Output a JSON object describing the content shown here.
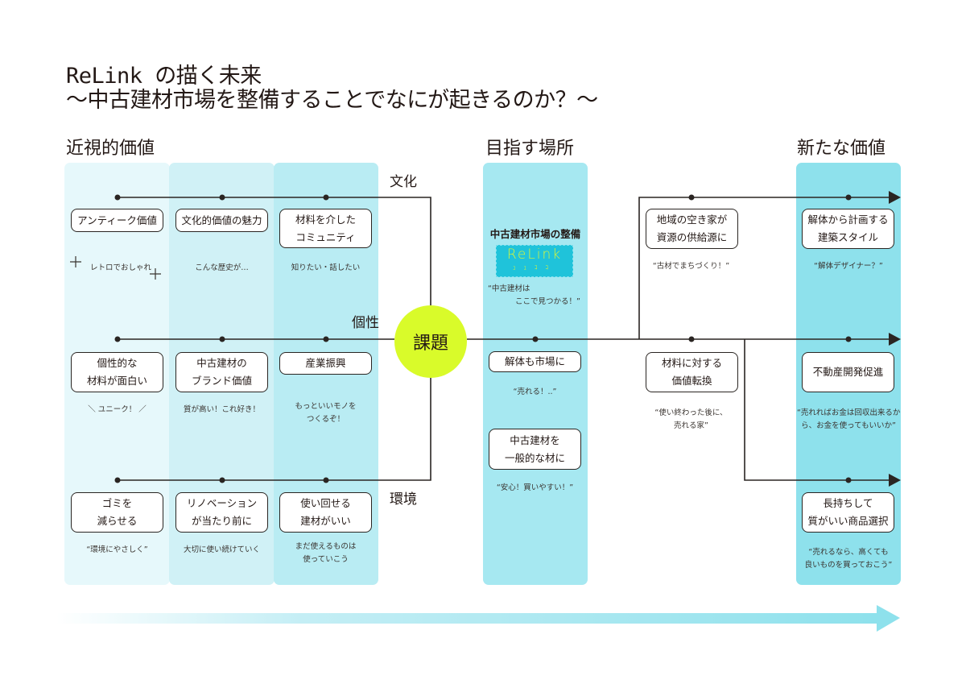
{
  "title": {
    "line1": "ReLink の描く未来",
    "line2": "～中古建材市場を整備することでなにが起きるのか？～"
  },
  "sections": {
    "near_value": "近視的価値",
    "target": "目指す場所",
    "new_value": "新たな価値"
  },
  "colors": {
    "col1": "#e6f8fb",
    "col2": "#d0f1f6",
    "col3": "#b9ecf3",
    "target_col": "#a6e8f1",
    "new_col": "#8ee1ec",
    "issue_circle": "#d9fb2a",
    "line": "#2a2522",
    "logo_bg": "#1fc3da",
    "logo_text": "#d4f53c"
  },
  "axes": {
    "culture": "文化",
    "individuality": "個性",
    "environment": "環境"
  },
  "issue": "課題",
  "near": {
    "culture": [
      {
        "box": [
          "アンティーク価値"
        ],
        "comment": [
          "レトロでおしゃれ"
        ]
      },
      {
        "box": [
          "文化的価値の魅力"
        ],
        "comment": [
          "こんな歴史が…"
        ]
      },
      {
        "box": [
          "材料を介した",
          "コミュニティ"
        ],
        "comment": [
          "知りたい・話したい"
        ]
      }
    ],
    "individuality": [
      {
        "box": [
          "個性的な",
          "材料が面白い"
        ],
        "comment": [
          "＼ ユニーク！ ／"
        ]
      },
      {
        "box": [
          "中古建材の",
          "ブランド価値"
        ],
        "comment": [
          "質が高い！これ好き！"
        ]
      },
      {
        "box": [
          "産業振興"
        ],
        "comment": [
          "もっといいモノを",
          "つくるぞ！"
        ]
      }
    ],
    "environment": [
      {
        "box": [
          "ゴミを",
          "減らせる"
        ],
        "comment": [
          "“環境にやさしく”"
        ]
      },
      {
        "box": [
          "リノベーション",
          "が当たり前に"
        ],
        "comment": [
          "大切に使い続けていく"
        ]
      },
      {
        "box": [
          "使い回せる",
          "建材がいい"
        ],
        "comment": [
          "まだ使えるものは",
          "使っていこう"
        ]
      }
    ]
  },
  "target": {
    "market_title": "中古建材市場の整備",
    "logo_word": "ReLink",
    "logo_sub": "ｭｭｺｺ",
    "market_comment": [
      "“中古建材は",
      "ここで見つかる！”"
    ],
    "items": [
      {
        "box": [
          "解体も市場に"
        ],
        "comment": [
          "“売れる！..”"
        ]
      },
      {
        "box": [
          "中古建材を",
          "一般的な材に"
        ],
        "comment": [
          "“安心！買いやすい！”"
        ]
      }
    ]
  },
  "middle_right": [
    {
      "box": [
        "地域の空き家が",
        "資源の供給源に"
      ],
      "comment": [
        "“古材でまちづくり！”"
      ]
    },
    {
      "box": [
        "材料に対する",
        "価値転換"
      ],
      "comment": [
        "“使い終わった後に、",
        "売れる家”"
      ]
    }
  ],
  "new_values": [
    {
      "box": [
        "解体から計画する",
        "建築スタイル"
      ],
      "comment": [
        "“解体デザイナー？”"
      ]
    },
    {
      "box": [
        "不動産開発促進"
      ],
      "comment": [
        "“売れればお金は回収出来るか",
        "ら、お金を使ってもいいか”"
      ]
    },
    {
      "box": [
        "長持ちして",
        "質がいい商品選択"
      ],
      "comment": [
        "“売れるなら、高くても",
        "良いものを買っておこう”"
      ]
    }
  ]
}
